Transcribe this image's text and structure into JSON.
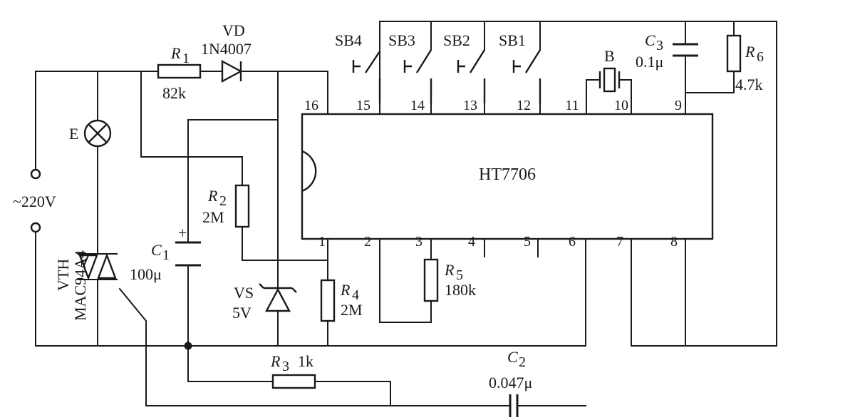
{
  "ic": {
    "name": "HT7706",
    "pins": [
      "1",
      "2",
      "3",
      "4",
      "5",
      "6",
      "7",
      "8",
      "9",
      "10",
      "11",
      "12",
      "13",
      "14",
      "15",
      "16"
    ]
  },
  "supply": {
    "label": "~220V"
  },
  "lamp": {
    "label": "E"
  },
  "triac": {
    "label": "VTH",
    "part": "MAC94A4"
  },
  "diode": {
    "label": "VD",
    "part": "1N4007"
  },
  "r1": {
    "name": "R",
    "sub": "1",
    "value": "82k"
  },
  "r2": {
    "name": "R",
    "sub": "2",
    "value": "2M"
  },
  "r3": {
    "name": "R",
    "sub": "3",
    "value": "1k"
  },
  "r4": {
    "name": "R",
    "sub": "4",
    "value": "2M"
  },
  "r5": {
    "name": "R",
    "sub": "5",
    "value": "180k"
  },
  "r6": {
    "name": "R",
    "sub": "6",
    "value": "4.7k"
  },
  "c1": {
    "name": "C",
    "sub": "1",
    "value": "100μ",
    "polarity": "+"
  },
  "c2": {
    "name": "C",
    "sub": "2",
    "value": "0.047μ"
  },
  "c3": {
    "name": "C",
    "sub": "3",
    "value": "0.1μ"
  },
  "zener": {
    "label": "VS",
    "value": "5V"
  },
  "crystal": {
    "label": "B"
  },
  "switches": [
    "SB4",
    "SB3",
    "SB2",
    "SB1"
  ]
}
